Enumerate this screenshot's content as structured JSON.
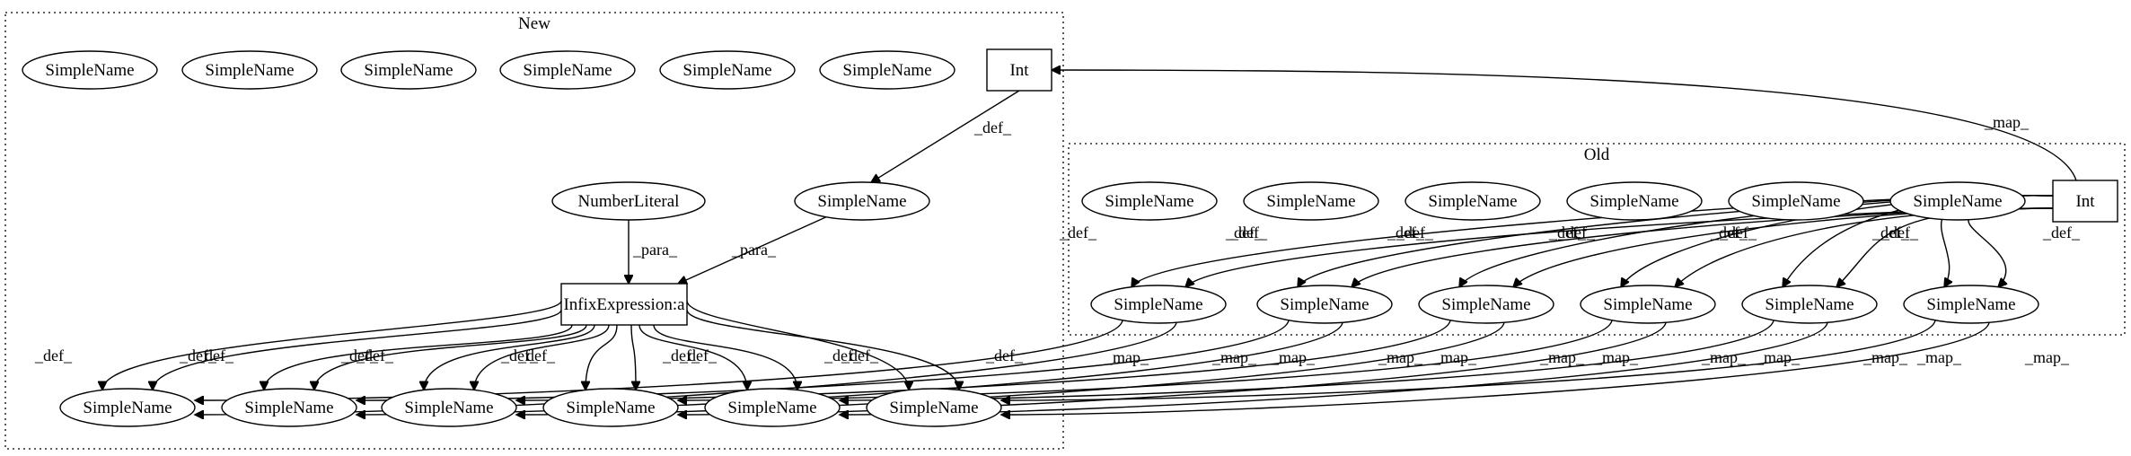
{
  "clusters": [
    {
      "id": "new",
      "label": "New"
    },
    {
      "id": "old",
      "label": "Old"
    }
  ],
  "nodes": [
    {
      "id": "n_sn1",
      "label": "SimpleName",
      "shape": "ellipse",
      "cluster": "new"
    },
    {
      "id": "n_sn2",
      "label": "SimpleName",
      "shape": "ellipse",
      "cluster": "new"
    },
    {
      "id": "n_sn3",
      "label": "SimpleName",
      "shape": "ellipse",
      "cluster": "new"
    },
    {
      "id": "n_sn4",
      "label": "SimpleName",
      "shape": "ellipse",
      "cluster": "new"
    },
    {
      "id": "n_sn5",
      "label": "SimpleName",
      "shape": "ellipse",
      "cluster": "new"
    },
    {
      "id": "n_sn6",
      "label": "SimpleName",
      "shape": "ellipse",
      "cluster": "new"
    },
    {
      "id": "n_int",
      "label": "Int",
      "shape": "box",
      "cluster": "new"
    },
    {
      "id": "n_num",
      "label": "NumberLiteral",
      "shape": "ellipse",
      "cluster": "new"
    },
    {
      "id": "n_snm",
      "label": "SimpleName",
      "shape": "ellipse",
      "cluster": "new"
    },
    {
      "id": "n_inf",
      "label": "InfixExpression:a",
      "shape": "box",
      "cluster": "new"
    },
    {
      "id": "n_b1",
      "label": "SimpleName",
      "shape": "ellipse",
      "cluster": "new"
    },
    {
      "id": "n_b2",
      "label": "SimpleName",
      "shape": "ellipse",
      "cluster": "new"
    },
    {
      "id": "n_b3",
      "label": "SimpleName",
      "shape": "ellipse",
      "cluster": "new"
    },
    {
      "id": "n_b4",
      "label": "SimpleName",
      "shape": "ellipse",
      "cluster": "new"
    },
    {
      "id": "n_b5",
      "label": "SimpleName",
      "shape": "ellipse",
      "cluster": "new"
    },
    {
      "id": "n_b6",
      "label": "SimpleName",
      "shape": "ellipse",
      "cluster": "new"
    },
    {
      "id": "o_sn1",
      "label": "SimpleName",
      "shape": "ellipse",
      "cluster": "old"
    },
    {
      "id": "o_sn2",
      "label": "SimpleName",
      "shape": "ellipse",
      "cluster": "old"
    },
    {
      "id": "o_sn3",
      "label": "SimpleName",
      "shape": "ellipse",
      "cluster": "old"
    },
    {
      "id": "o_sn4",
      "label": "SimpleName",
      "shape": "ellipse",
      "cluster": "old"
    },
    {
      "id": "o_sn5",
      "label": "SimpleName",
      "shape": "ellipse",
      "cluster": "old"
    },
    {
      "id": "o_sn6",
      "label": "SimpleName",
      "shape": "ellipse",
      "cluster": "old"
    },
    {
      "id": "o_int",
      "label": "Int",
      "shape": "box",
      "cluster": "old"
    },
    {
      "id": "o_m1",
      "label": "SimpleName",
      "shape": "ellipse",
      "cluster": "old"
    },
    {
      "id": "o_m2",
      "label": "SimpleName",
      "shape": "ellipse",
      "cluster": "old"
    },
    {
      "id": "o_m3",
      "label": "SimpleName",
      "shape": "ellipse",
      "cluster": "old"
    },
    {
      "id": "o_m4",
      "label": "SimpleName",
      "shape": "ellipse",
      "cluster": "old"
    },
    {
      "id": "o_m5",
      "label": "SimpleName",
      "shape": "ellipse",
      "cluster": "old"
    },
    {
      "id": "o_m6",
      "label": "SimpleName",
      "shape": "ellipse",
      "cluster": "old"
    }
  ],
  "edges": [
    {
      "from": "o_int",
      "to": "n_int",
      "label": "_map_"
    },
    {
      "from": "n_int",
      "to": "n_snm",
      "label": "_def_"
    },
    {
      "from": "n_num",
      "to": "n_inf",
      "label": "_para_"
    },
    {
      "from": "n_snm",
      "to": "n_inf",
      "label": "_para_"
    },
    {
      "from": "n_inf",
      "to": "n_b1",
      "label": "_def_"
    },
    {
      "from": "n_inf",
      "to": "n_b1",
      "label": "_def_"
    },
    {
      "from": "n_inf",
      "to": "n_b2",
      "label": "_def_"
    },
    {
      "from": "n_inf",
      "to": "n_b2",
      "label": "_def_"
    },
    {
      "from": "n_inf",
      "to": "n_b3",
      "label": "_def_"
    },
    {
      "from": "n_inf",
      "to": "n_b3",
      "label": "_def_"
    },
    {
      "from": "n_inf",
      "to": "n_b4",
      "label": "_def_"
    },
    {
      "from": "n_inf",
      "to": "n_b4",
      "label": "_def_"
    },
    {
      "from": "n_inf",
      "to": "n_b5",
      "label": "_def_"
    },
    {
      "from": "n_inf",
      "to": "n_b5",
      "label": "_def_"
    },
    {
      "from": "n_inf",
      "to": "n_b6",
      "label": "_def_"
    },
    {
      "from": "n_inf",
      "to": "n_b6",
      "label": "_def_"
    },
    {
      "from": "o_int",
      "to": "o_m1",
      "label": "_def_"
    },
    {
      "from": "o_int",
      "to": "o_m1",
      "label": "_def_"
    },
    {
      "from": "o_int",
      "to": "o_m2",
      "label": "_def_"
    },
    {
      "from": "o_int",
      "to": "o_m2",
      "label": "_def_"
    },
    {
      "from": "o_int",
      "to": "o_m3",
      "label": "_def_"
    },
    {
      "from": "o_int",
      "to": "o_m3",
      "label": "_def_"
    },
    {
      "from": "o_int",
      "to": "o_m4",
      "label": "_def_"
    },
    {
      "from": "o_int",
      "to": "o_m4",
      "label": "_def_"
    },
    {
      "from": "o_int",
      "to": "o_m5",
      "label": "_def_"
    },
    {
      "from": "o_int",
      "to": "o_m5",
      "label": "_def_"
    },
    {
      "from": "o_int",
      "to": "o_m6",
      "label": "_def_"
    },
    {
      "from": "o_int",
      "to": "o_m6",
      "label": "_def_"
    },
    {
      "from": "o_m1",
      "to": "n_b1",
      "label": "_map_"
    },
    {
      "from": "o_m1",
      "to": "n_b1",
      "label": "_map_"
    },
    {
      "from": "o_m2",
      "to": "n_b2",
      "label": "_map_"
    },
    {
      "from": "o_m2",
      "to": "n_b2",
      "label": "_map_"
    },
    {
      "from": "o_m3",
      "to": "n_b3",
      "label": "_map_"
    },
    {
      "from": "o_m3",
      "to": "n_b3",
      "label": "_map_"
    },
    {
      "from": "o_m4",
      "to": "n_b4",
      "label": "_map_"
    },
    {
      "from": "o_m4",
      "to": "n_b4",
      "label": "_map_"
    },
    {
      "from": "o_m5",
      "to": "n_b5",
      "label": "_map_"
    },
    {
      "from": "o_m5",
      "to": "n_b5",
      "label": "_map_"
    },
    {
      "from": "o_m6",
      "to": "n_b6",
      "label": "_map_"
    },
    {
      "from": "o_m6",
      "to": "n_b6",
      "label": "_map_"
    }
  ]
}
